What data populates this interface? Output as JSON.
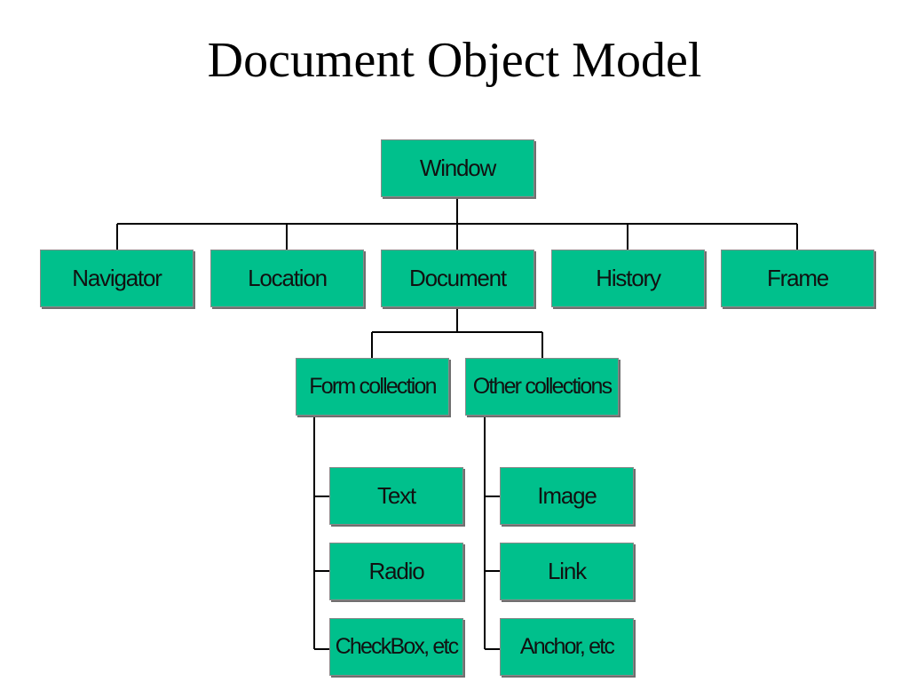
{
  "title": "Document Object Model",
  "colors": {
    "box_fill": "#00c08c",
    "box_border": "#8a8a8a",
    "connector": "#000000"
  },
  "nodes": {
    "window": "Window",
    "navigator": "Navigator",
    "location": "Location",
    "document": "Document",
    "history": "History",
    "frame": "Frame",
    "form_collection": "Form collection",
    "other_collections": "Other collections",
    "text": "Text",
    "radio": "Radio",
    "checkbox": "CheckBox, etc",
    "image": "Image",
    "link": "Link",
    "anchor": "Anchor, etc"
  },
  "edges": [
    [
      "window",
      "navigator"
    ],
    [
      "window",
      "location"
    ],
    [
      "window",
      "document"
    ],
    [
      "window",
      "history"
    ],
    [
      "window",
      "frame"
    ],
    [
      "document",
      "form_collection"
    ],
    [
      "document",
      "other_collections"
    ],
    [
      "form_collection",
      "text"
    ],
    [
      "form_collection",
      "radio"
    ],
    [
      "form_collection",
      "checkbox"
    ],
    [
      "other_collections",
      "image"
    ],
    [
      "other_collections",
      "link"
    ],
    [
      "other_collections",
      "anchor"
    ]
  ]
}
